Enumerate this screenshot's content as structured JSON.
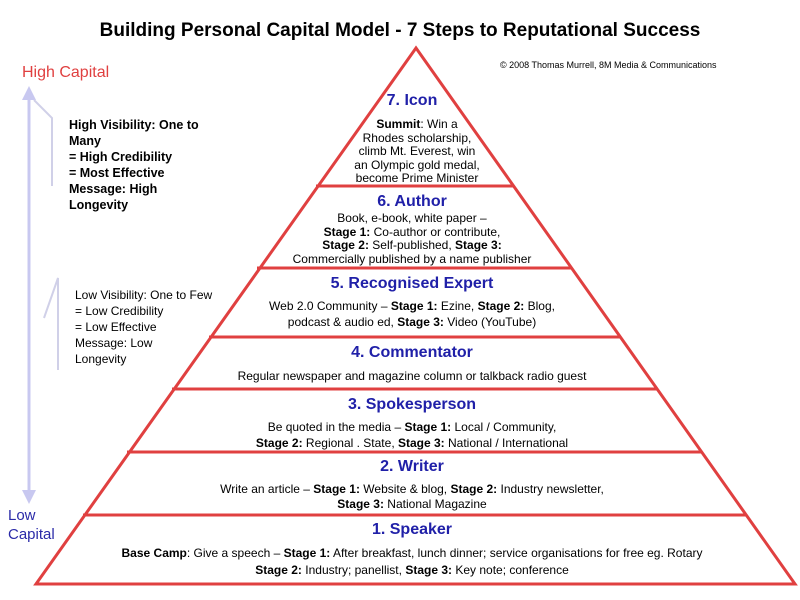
{
  "title": "Building Personal Capital Model - 7 Steps to Reputational Success",
  "copyright": "© 2008 Thomas Murrell, 8M Media & Communications",
  "axis": {
    "high": "High Capital",
    "low_line1": "Low",
    "low_line2": "Capital"
  },
  "high_visibility": [
    "High Visibility: One to",
    "Many",
    "= High Credibility",
    "= Most Effective",
    "Message: High",
    "Longevity"
  ],
  "low_visibility": [
    "Low Visibility: One to Few",
    "= Low Credibility",
    "= Low Effective",
    "Message: Low",
    "Longevity"
  ],
  "tiers": {
    "icon": {
      "title": "7. Icon",
      "lines": [
        [
          [
            "Summit",
            true
          ],
          [
            ": Win a",
            false
          ]
        ],
        [
          [
            "Rhodes scholarship,",
            false
          ]
        ],
        [
          [
            "climb Mt. Everest, win",
            false
          ]
        ],
        [
          [
            "an Olympic gold medal,",
            false
          ]
        ],
        [
          [
            "become Prime Minister",
            false
          ]
        ]
      ]
    },
    "author": {
      "title": "6. Author",
      "lines": [
        [
          [
            "Book, e-book, white paper –",
            false
          ]
        ],
        [
          [
            "Stage 1:",
            true
          ],
          [
            " Co-author or contribute,",
            false
          ]
        ],
        [
          [
            "Stage 2:",
            true
          ],
          [
            " Self-published, ",
            false
          ],
          [
            "Stage 3:",
            true
          ]
        ],
        [
          [
            "Commercially published by a name publisher",
            false
          ]
        ]
      ]
    },
    "expert": {
      "title": "5. Recognised Expert",
      "lines": [
        [
          [
            "Web 2.0 Community – ",
            false
          ],
          [
            "Stage 1:",
            true
          ],
          [
            " Ezine, ",
            false
          ],
          [
            "Stage 2:",
            true
          ],
          [
            " Blog,",
            false
          ]
        ],
        [
          [
            "podcast & audio ed, ",
            false
          ],
          [
            "Stage 3:",
            true
          ],
          [
            " Video (YouTube)",
            false
          ]
        ]
      ]
    },
    "commentator": {
      "title": "4. Commentator",
      "lines": [
        [
          [
            "Regular newspaper and magazine column or talkback radio guest",
            false
          ]
        ]
      ]
    },
    "spokesperson": {
      "title": "3. Spokesperson",
      "lines": [
        [
          [
            "Be quoted in the media  – ",
            false
          ],
          [
            "Stage 1:",
            true
          ],
          [
            " Local / Community,",
            false
          ]
        ],
        [
          [
            "Stage 2:",
            true
          ],
          [
            " Regional . State, ",
            false
          ],
          [
            "Stage 3:",
            true
          ],
          [
            " National / International",
            false
          ]
        ]
      ]
    },
    "writer": {
      "title": "2. Writer",
      "lines": [
        [
          [
            "Write an article – ",
            false
          ],
          [
            "Stage 1:",
            true
          ],
          [
            " Website & blog, ",
            false
          ],
          [
            "Stage 2:",
            true
          ],
          [
            " Industry newsletter,",
            false
          ]
        ],
        [
          [
            "Stage 3:",
            true
          ],
          [
            " National Magazine",
            false
          ]
        ]
      ]
    },
    "speaker": {
      "title": "1. Speaker",
      "lines": [
        [
          [
            "Base Camp",
            true
          ],
          [
            ": Give a speech – ",
            false
          ],
          [
            "Stage 1:",
            true
          ],
          [
            " After breakfast, lunch dinner; service organisations for free eg. Rotary",
            false
          ]
        ],
        [
          [
            "Stage 2:",
            true
          ],
          [
            " Industry; panellist, ",
            false
          ],
          [
            "Stage 3:",
            true
          ],
          [
            " Key note; conference",
            false
          ]
        ]
      ]
    }
  },
  "colors": {
    "pyramid": "#e04040",
    "tier_title": "#2020a8",
    "axis_arrow": "#c8c8f0"
  }
}
